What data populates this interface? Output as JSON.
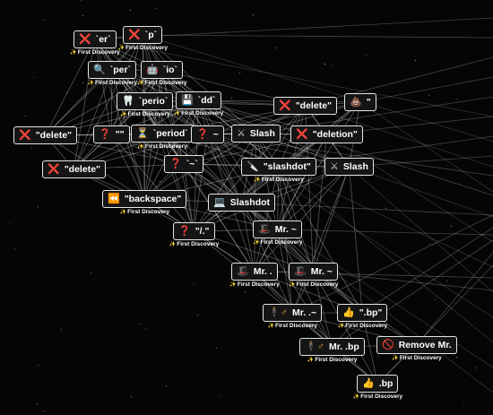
{
  "elements": [
    {
      "id": "n1",
      "label": "`er`",
      "icon": "x-mark-icon",
      "emoji": "❌",
      "color": "#f03838"
    },
    {
      "id": "n2",
      "label": "`p`",
      "icon": "x-mark-icon",
      "emoji": "❌",
      "color": "#f03838"
    },
    {
      "id": "n3",
      "label": "`per`",
      "icon": "magnifier-icon",
      "emoji": "🔍",
      "color": "#a9c8ff"
    },
    {
      "id": "n4",
      "label": "`io`",
      "icon": "robot-icon",
      "emoji": "🤖",
      "color": "#d0d0d0"
    },
    {
      "id": "n5",
      "label": "`perio`",
      "icon": "tooth-icon",
      "emoji": "🦷",
      "color": "#ffffff"
    },
    {
      "id": "n6",
      "label": "`dd`",
      "icon": "floppy-disk-icon",
      "emoji": "💾",
      "color": "#d0d0d0"
    },
    {
      "id": "n7",
      "label": "\"delete\"",
      "icon": "x-mark-icon",
      "emoji": "❌",
      "color": "#f03838"
    },
    {
      "id": "n8",
      "label": "\"",
      "icon": "pile-icon",
      "emoji": "💩",
      "color": "#b07a3a"
    },
    {
      "id": "n9",
      "label": "\"delete\"",
      "icon": "x-mark-icon",
      "emoji": "❌",
      "color": "#f03838"
    },
    {
      "id": "n10",
      "label": "\"\"",
      "icon": "question-mark-icon",
      "emoji": "❓",
      "color": "#f03838"
    },
    {
      "id": "n11",
      "label": "`period`",
      "icon": "hourglass-icon",
      "emoji": "⏳",
      "color": "#f2b33a"
    },
    {
      "id": "n12",
      "label": "~",
      "icon": "question-mark-icon",
      "emoji": "❓",
      "color": "#f03838"
    },
    {
      "id": "n13",
      "label": "Slash",
      "icon": "crossed-swords-icon",
      "emoji": "⚔",
      "color": "#d8d8d8"
    },
    {
      "id": "n14",
      "label": "\"deletion\"",
      "icon": "x-mark-icon",
      "emoji": "❌",
      "color": "#f03838"
    },
    {
      "id": "n15",
      "label": "\"delete\"",
      "icon": "x-mark-icon",
      "emoji": "❌",
      "color": "#f03838"
    },
    {
      "id": "n16",
      "label": "`~`",
      "icon": "question-mark-icon",
      "emoji": "❓",
      "color": "#f03838"
    },
    {
      "id": "n17",
      "label": "\"slashdot\"",
      "icon": "knife-icon",
      "emoji": "🔪",
      "color": "#d8d8d8"
    },
    {
      "id": "n18",
      "label": "Slash",
      "icon": "crossed-swords-icon",
      "emoji": "⚔",
      "color": "#d8d8d8"
    },
    {
      "id": "n19",
      "label": "\"backspace\"",
      "icon": "rewind-icon",
      "emoji": "⏪",
      "color": "#3a8ee6"
    },
    {
      "id": "n20",
      "label": "Slashdot",
      "icon": "laptop-icon",
      "emoji": "💻",
      "color": "#9aa6b8"
    },
    {
      "id": "n21",
      "label": "\"/.\"",
      "icon": "question-mark-icon",
      "emoji": "❓",
      "color": "#f03838"
    },
    {
      "id": "n22",
      "label": "Mr. ~",
      "icon": "top-hat-icon",
      "emoji": "🎩",
      "color": "#c9a24a"
    },
    {
      "id": "n23",
      "label": "Mr. .",
      "icon": "top-hat-icon",
      "emoji": "🎩",
      "color": "#c9a24a"
    },
    {
      "id": "n24",
      "label": "Mr. ~",
      "icon": "top-hat-icon",
      "emoji": "🎩",
      "color": "#c9a24a"
    },
    {
      "id": "n25",
      "label": "Mr. .~",
      "icon": "person-male-icon",
      "emoji": "🕴♂",
      "color": "#e8b23a"
    },
    {
      "id": "n26",
      "label": "\".bp\"",
      "icon": "thumbs-up-icon",
      "emoji": "👍",
      "color": "#f5c542"
    },
    {
      "id": "n27",
      "label": "Mr. .bp",
      "icon": "person-male-icon",
      "emoji": "🕴♂",
      "color": "#e8b23a"
    },
    {
      "id": "n28",
      "label": "Remove Mr.",
      "icon": "prohibited-icon",
      "emoji": "🚫",
      "color": "#f03838"
    },
    {
      "id": "n29",
      "label": ".bp",
      "icon": "thumbs-up-icon",
      "emoji": "👍",
      "color": "#f5c542"
    }
  ],
  "badges": [
    {
      "for": "n2",
      "text": "First Discovery",
      "icon": "sparkle-icon",
      "glyph": "✨"
    },
    {
      "for": "n1",
      "text": "First Discovery",
      "icon": "sparkle-icon",
      "glyph": "✨"
    },
    {
      "for": "n3",
      "text": "First Discovery",
      "icon": "sparkle-icon",
      "glyph": "✨"
    },
    {
      "for": "n4",
      "text": "First Discovery",
      "icon": "sparkle-icon",
      "glyph": "✨"
    },
    {
      "for": "n5",
      "text": "First Discovery",
      "icon": "sparkle-icon",
      "glyph": "✨"
    },
    {
      "for": "n6",
      "text": "First Discovery",
      "icon": "sparkle-icon",
      "glyph": "✨"
    },
    {
      "for": "n11",
      "text": "First Discovery",
      "icon": "sparkle-icon",
      "glyph": "✨"
    },
    {
      "for": "n17",
      "text": "First Discovery",
      "icon": "sparkle-icon",
      "glyph": "✨"
    },
    {
      "for": "n19",
      "text": "First Discovery",
      "icon": "sparkle-icon",
      "glyph": "✨"
    },
    {
      "for": "n21",
      "text": "First Discovery",
      "icon": "sparkle-icon",
      "glyph": "✨"
    },
    {
      "for": "n22",
      "text": "First Discovery",
      "icon": "sparkle-icon",
      "glyph": "✨"
    },
    {
      "for": "n23",
      "text": "First Discovery",
      "icon": "sparkle-icon",
      "glyph": "✨"
    },
    {
      "for": "n24",
      "text": "First Discovery",
      "icon": "sparkle-icon",
      "glyph": "✨"
    },
    {
      "for": "n25",
      "text": "First Discovery",
      "icon": "sparkle-icon",
      "glyph": "✨"
    },
    {
      "for": "n26",
      "text": "First Discovery",
      "icon": "sparkle-icon",
      "glyph": "✨"
    },
    {
      "for": "n27",
      "text": "First Discovery",
      "icon": "sparkle-icon",
      "glyph": "✨"
    },
    {
      "for": "n28",
      "text": "First Discovery",
      "icon": "sparkle-icon",
      "glyph": "✨"
    },
    {
      "for": "n29",
      "text": "First Discovery",
      "icon": "sparkle-icon",
      "glyph": "✨"
    }
  ],
  "theme": {
    "background": "#050505",
    "node_background": "#151515",
    "node_border": "#e6e6e6",
    "edge_color": "#ffffff",
    "text": "#ffffff"
  }
}
